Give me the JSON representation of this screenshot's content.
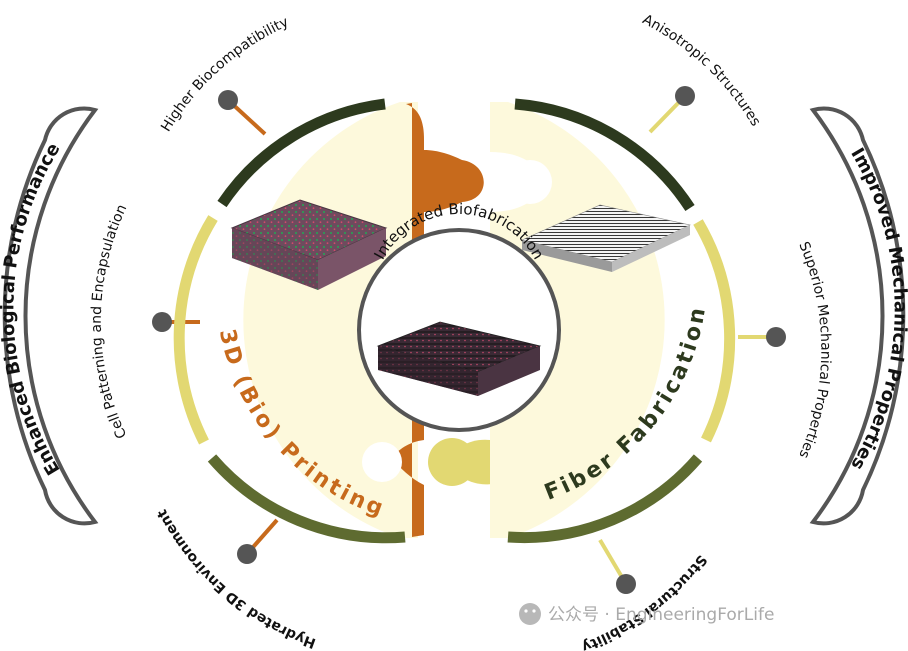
{
  "center": {
    "label": "Integrated Biofabrication"
  },
  "left": {
    "method": "3D (Bio) Printing",
    "category": "Enhanced Biological Performance",
    "features": [
      "Higher Biocompatibility",
      "Cell Patterning and Encapsulation",
      "Hydrated 3D Environment"
    ]
  },
  "right": {
    "method": "Fiber Fabrication",
    "category": "Improved Mechanical Properties",
    "features": [
      "Anisotropic Structures",
      "Superior Mechanical Properties",
      "Structural Stability"
    ]
  },
  "watermark": {
    "text": "公众号 · EngineeringForLife"
  },
  "colors": {
    "cream": "#fdf9dc",
    "dark_green": "#2d3a1e",
    "olive": "#5e6b30",
    "yellow": "#e2d872",
    "orange": "#c76a1c",
    "gray": "#555555"
  }
}
